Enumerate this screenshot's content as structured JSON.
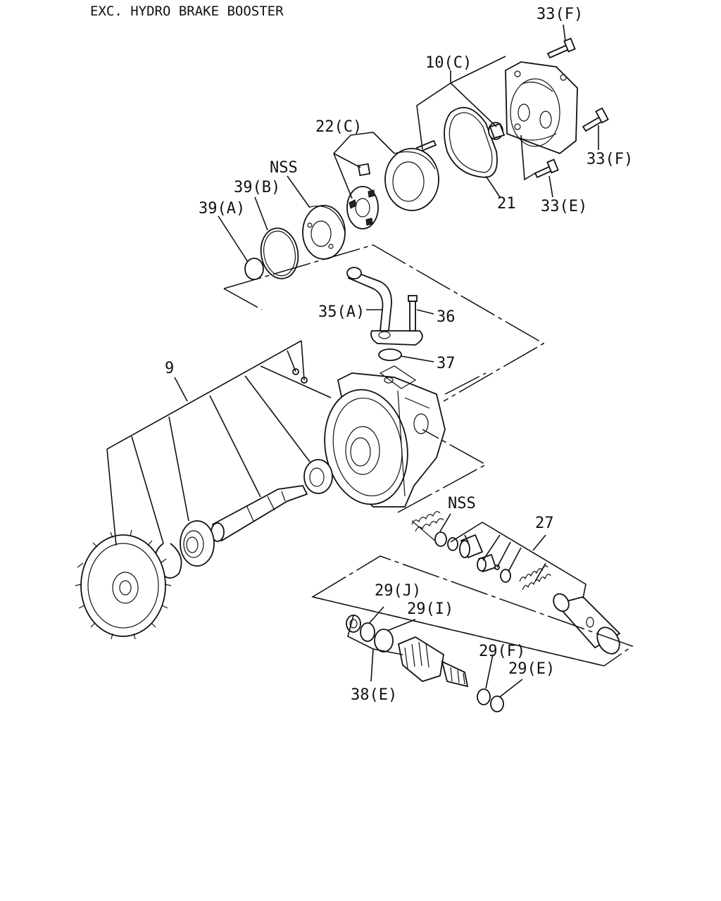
{
  "title": "EXC. HYDRO BRAKE BOOSTER",
  "labels": {
    "l33f_top": "33(F)",
    "l10c": "10(C)",
    "l22c": "22(C)",
    "l33f_right": "33(F)",
    "lnss_top": "NSS",
    "l39b": "39(B)",
    "l39a": "39(A)",
    "l21": "21",
    "l33e": "33(E)",
    "l35a": "35(A)",
    "l36": "36",
    "l37": "37",
    "l9": "9",
    "lnss_mid": "NSS",
    "l27": "27",
    "l29j": "29(J)",
    "l29i": "29(I)",
    "l29f": "29(F)",
    "l29e": "29(E)",
    "l38e": "38(E)"
  }
}
